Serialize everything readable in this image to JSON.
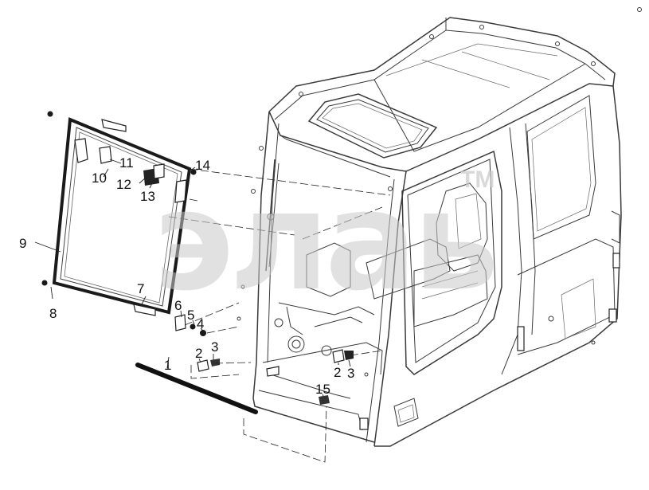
{
  "watermark": {
    "text": "элаь",
    "tm": "TM"
  },
  "callouts": [
    {
      "id": "c1",
      "text": "1"
    },
    {
      "id": "c2a",
      "text": "2"
    },
    {
      "id": "c3a",
      "text": "3"
    },
    {
      "id": "c2b",
      "text": "2"
    },
    {
      "id": "c3b",
      "text": "3"
    },
    {
      "id": "c4",
      "text": "4"
    },
    {
      "id": "c5",
      "text": "5"
    },
    {
      "id": "c6",
      "text": "6"
    },
    {
      "id": "c7",
      "text": "7"
    },
    {
      "id": "c8",
      "text": "8"
    },
    {
      "id": "c9",
      "text": "9"
    },
    {
      "id": "c10",
      "text": "10"
    },
    {
      "id": "c11",
      "text": "11"
    },
    {
      "id": "c12",
      "text": "12"
    },
    {
      "id": "c13",
      "text": "13"
    },
    {
      "id": "c14",
      "text": "14"
    },
    {
      "id": "c15",
      "text": "15"
    }
  ],
  "colors": {
    "line": "#3a3a3a",
    "watermark": "#c9c9c9",
    "background": "#ffffff"
  }
}
